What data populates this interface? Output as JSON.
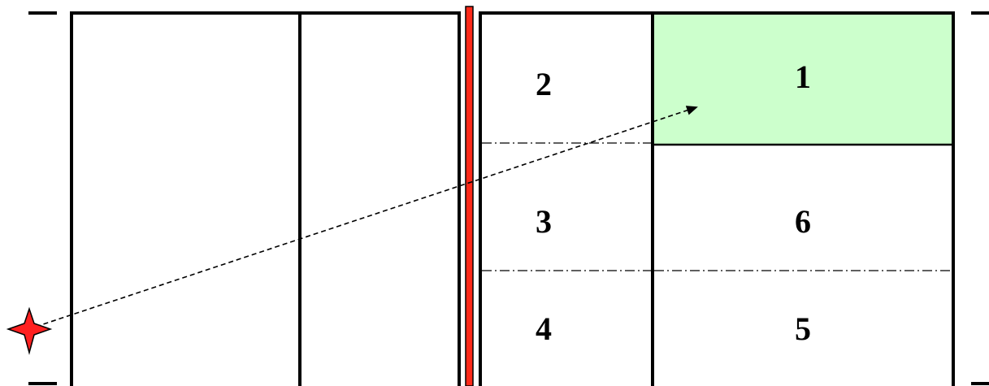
{
  "zones": [
    {
      "id": "zone-1",
      "label": "1",
      "highlighted": true
    },
    {
      "id": "zone-2",
      "label": "2",
      "highlighted": false
    },
    {
      "id": "zone-3",
      "label": "3",
      "highlighted": false
    },
    {
      "id": "zone-4",
      "label": "4",
      "highlighted": false
    },
    {
      "id": "zone-5",
      "label": "5",
      "highlighted": false
    },
    {
      "id": "zone-6",
      "label": "6",
      "highlighted": false
    }
  ],
  "colors": {
    "highlight_zone": "#ccffcc",
    "net": "#ff2a1a",
    "server_marker": "#ff2020",
    "lines": "#000000"
  },
  "icons": {
    "server_marker": "four-point-star-icon",
    "serve_path": "dashed-arrow"
  }
}
